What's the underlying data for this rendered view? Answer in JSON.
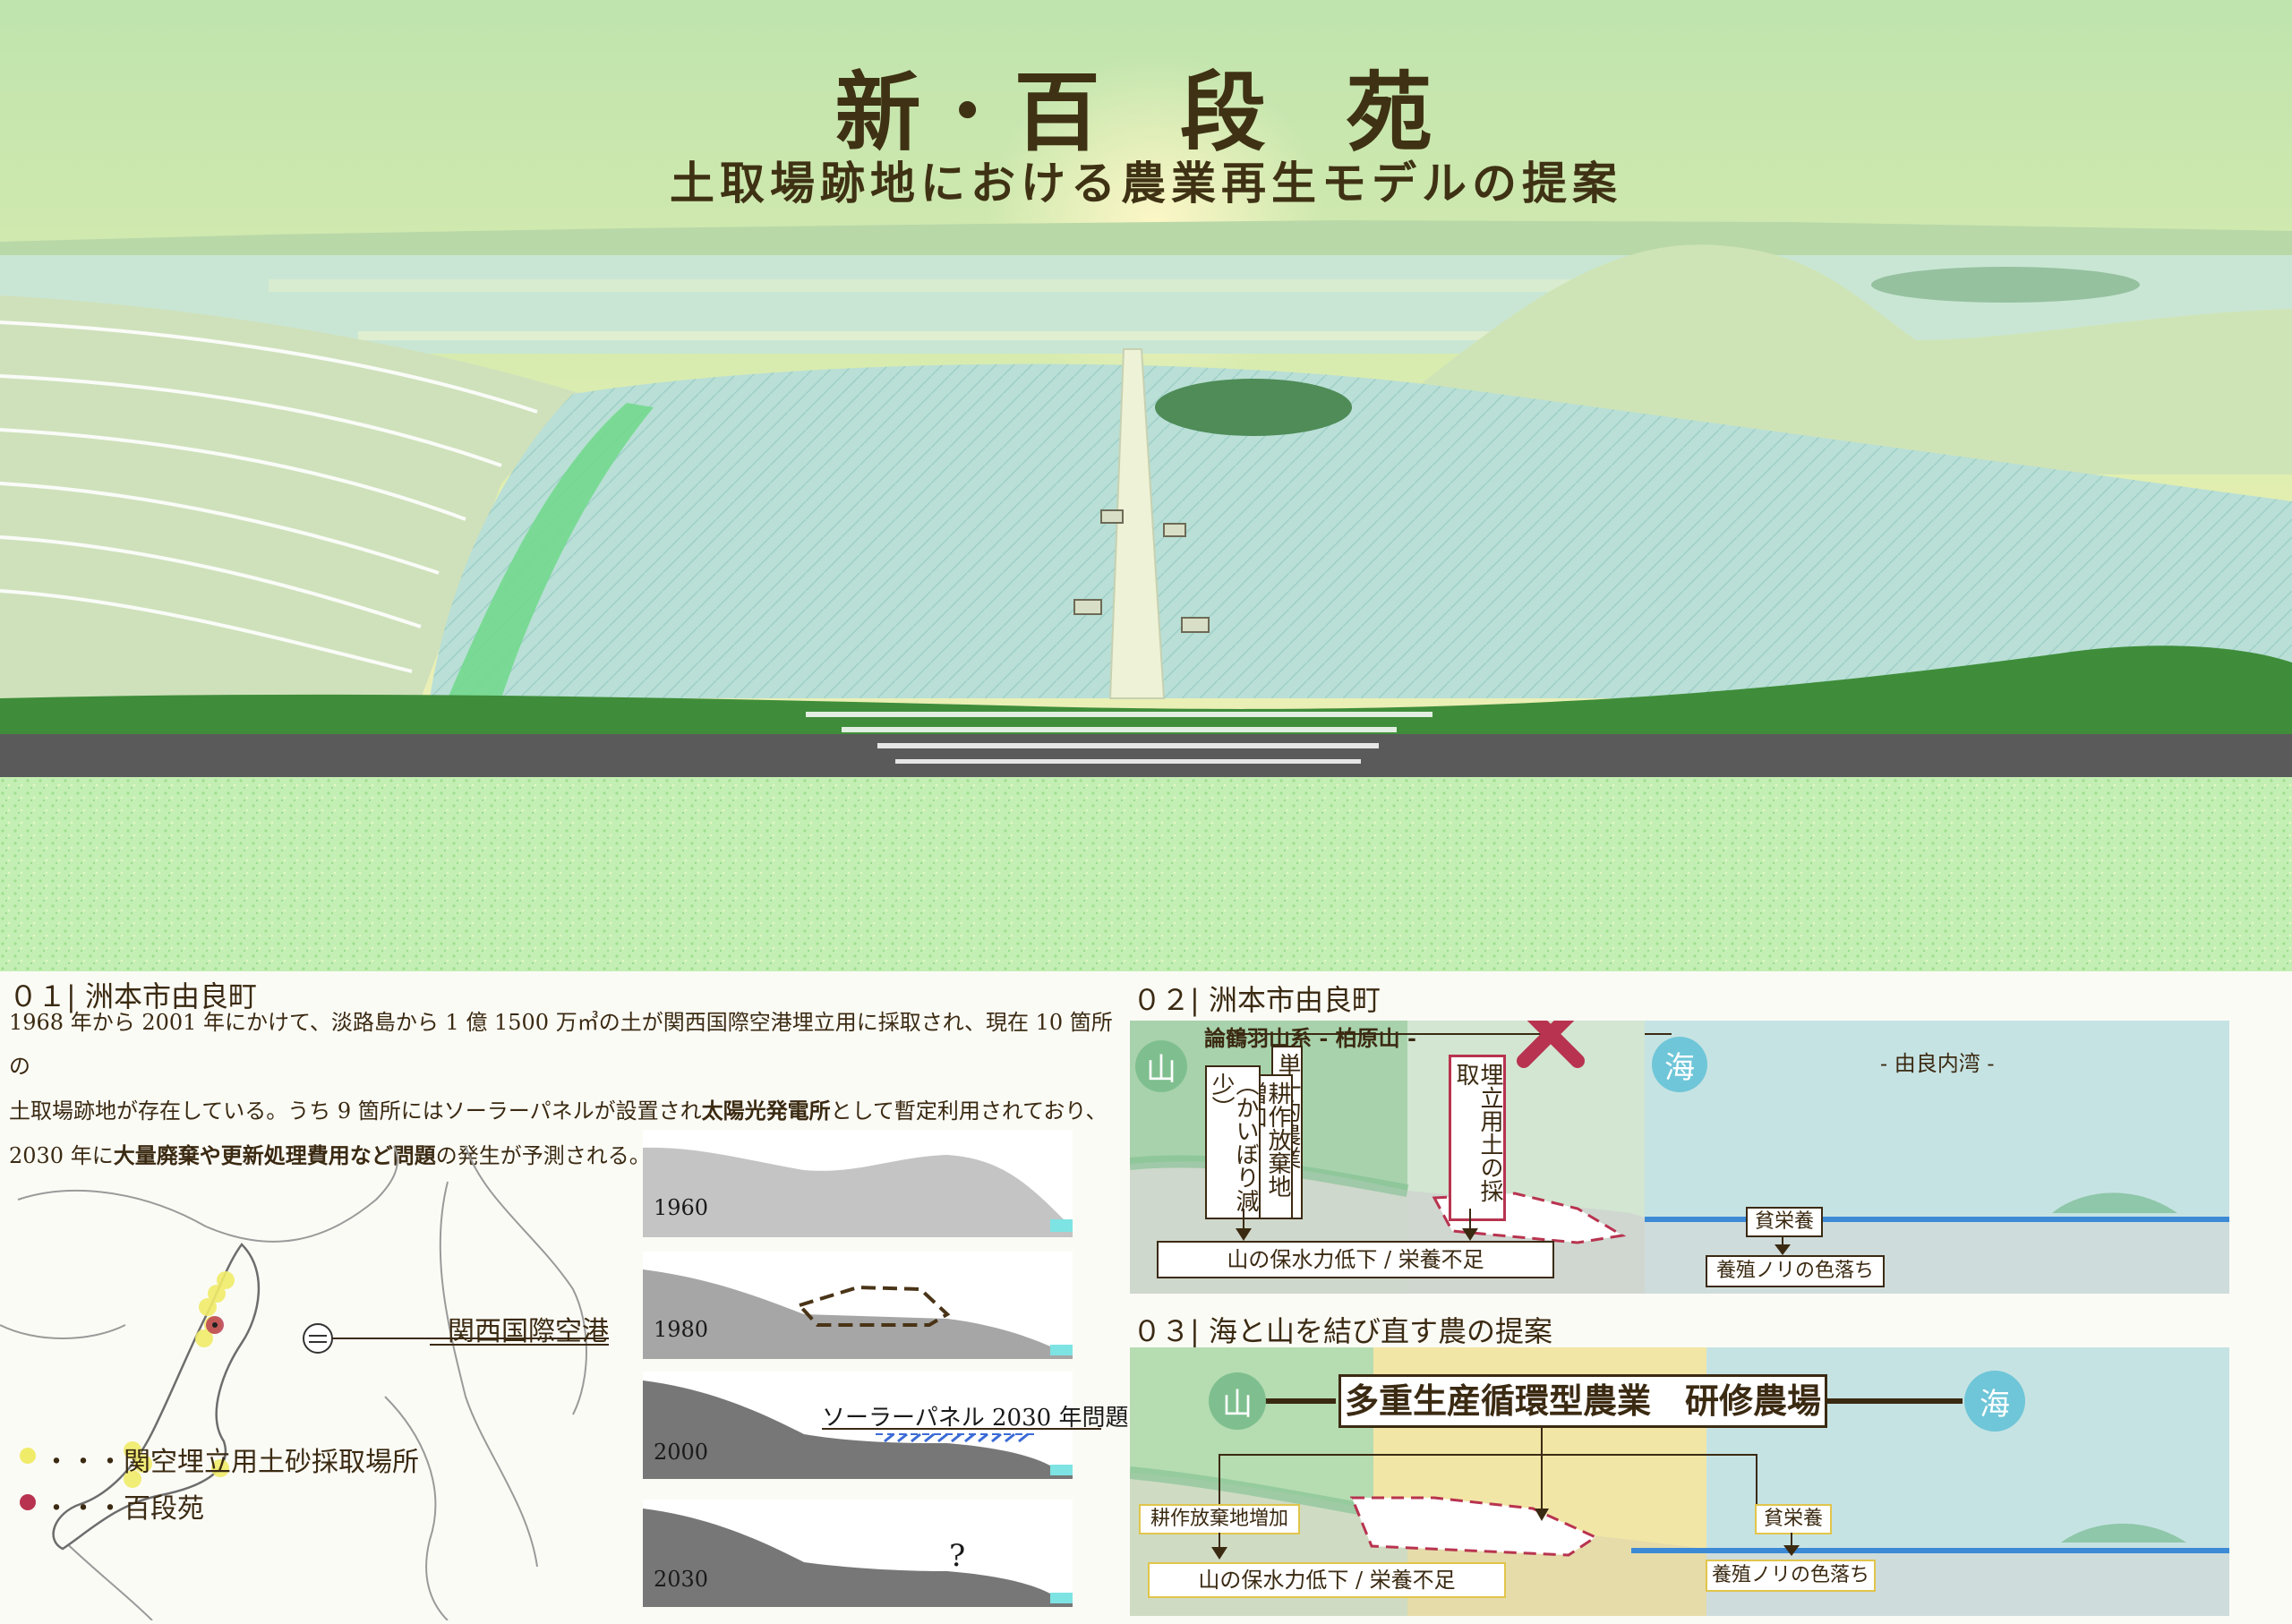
{
  "title": {
    "main": "新･百 段 苑",
    "subtitle": "土取場跡地における農業再生モデルの提案"
  },
  "section1": {
    "heading": "０１| 洲本市由良町",
    "paragraph": [
      "1968 年から 2001 年にかけて、淡路島から 1 億 1500 万㎥の土が関西国際空港埋立用に採取され、現在 10 箇所の",
      "土取場跡地が存在している。うち 9 箇所にはソーラーパネルが設置され",
      "太陽光発電所",
      "として暫定利用されており、",
      "2030 年に",
      "大量廃棄や更新処理費用など問題",
      "の発生が予測される。"
    ],
    "map": {
      "airport_label": "関西国際空港",
      "legend": [
        {
          "label": "・・・関空埋立用土砂採取場所",
          "color": "#f0ec6a"
        },
        {
          "label": "・・・百段苑",
          "color": "#b8334f"
        }
      ]
    },
    "timeline": [
      {
        "year": "1960"
      },
      {
        "year": "1980"
      },
      {
        "year": "2000",
        "note": "ソーラーパネル 2030 年問題"
      },
      {
        "year": "2030",
        "mark": "?"
      }
    ]
  },
  "section2": {
    "heading": "０２| 洲本市由良町",
    "mountain_char": "山",
    "sea_char": "海",
    "mountain_range": "論鶴羽山系 - 柏原山 -",
    "bay": "- 由良内湾 -",
    "box_single_agri": "単一的農業",
    "box_abandon": "耕作放棄地増加",
    "box_kaibori": "（かいぼり減少）",
    "box_landfill": "埋立用土の採取",
    "box_poor": "貧栄養",
    "box_water": "山の保水力低下 / 栄養不足",
    "box_nori": "養殖ノリの色落ち"
  },
  "section3": {
    "heading": "０３| 海と山を結び直す農の提案",
    "mountain_char": "山",
    "sea_char": "海",
    "center_box": "多重生産循環型農業　研修農場",
    "box_abandon": "耕作放棄地増加",
    "box_poor": "貧栄養",
    "box_water": "山の保水力低下 / 栄養不足",
    "box_nori": "養殖ノリの色落ち"
  }
}
